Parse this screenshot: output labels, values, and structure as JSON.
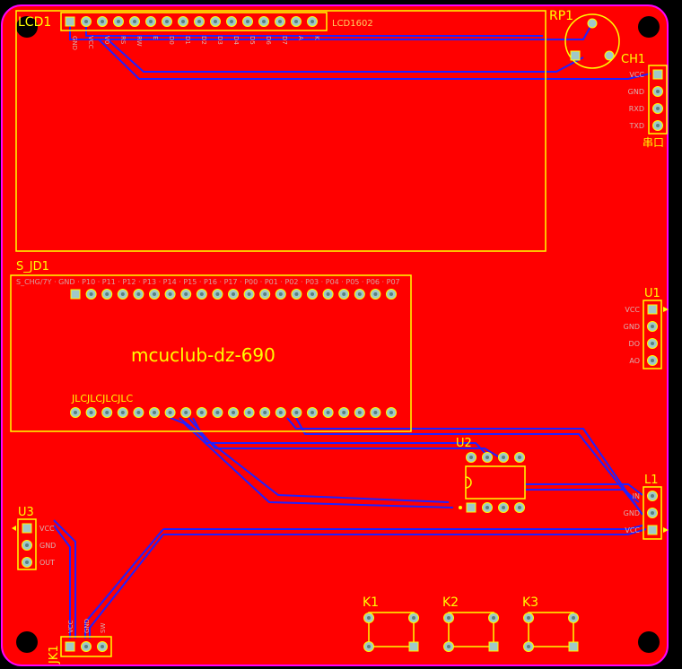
{
  "board": {
    "title_label": "mcuclub-dz-690",
    "colors": {
      "copper": "#ff0000",
      "silk": "#ffff00",
      "trace": "#2020ff",
      "pad": "#a0c8c8",
      "outline": "#ff00ff"
    }
  },
  "components": {
    "lcd": {
      "designator": "LCD1",
      "value": "LCD1602",
      "pin_labels": [
        "GND",
        "VCC",
        "V0",
        "RS",
        "RW",
        "E",
        "D0",
        "D1",
        "D2",
        "D3",
        "D4",
        "D5",
        "D6",
        "D7",
        "A",
        "K"
      ]
    },
    "rp": {
      "designator": "RP1"
    },
    "ch": {
      "designator": "CH1",
      "value": "串口",
      "pin_labels": [
        "VCC",
        "GND",
        "RXD",
        "TXD"
      ]
    },
    "sjd": {
      "designator": "S_JD1",
      "top_labels": "S_CHG/7Y · GND · P10 · P11 · P12 · P13 · P14 · P15 · P16 · P17 · P00 · P01 · P02 · P03 · P04 · P05 · P06 · P07",
      "bottom_silk": "JLCJLCJLCJLC"
    },
    "u1": {
      "designator": "U1",
      "pin_labels": [
        "VCC",
        "GND",
        "DO",
        "AO"
      ]
    },
    "u2": {
      "designator": "U2"
    },
    "l1": {
      "designator": "L1",
      "pin_labels": [
        "IN",
        "GND",
        "VCC"
      ]
    },
    "u3": {
      "designator": "U3",
      "pin_labels": [
        "VCC",
        "GND",
        "OUT"
      ]
    },
    "jk": {
      "designator": "JK1",
      "pin_labels": [
        "VCC",
        "GND",
        "SW"
      ]
    },
    "keys": [
      {
        "designator": "K1"
      },
      {
        "designator": "K2"
      },
      {
        "designator": "K3"
      }
    ]
  }
}
